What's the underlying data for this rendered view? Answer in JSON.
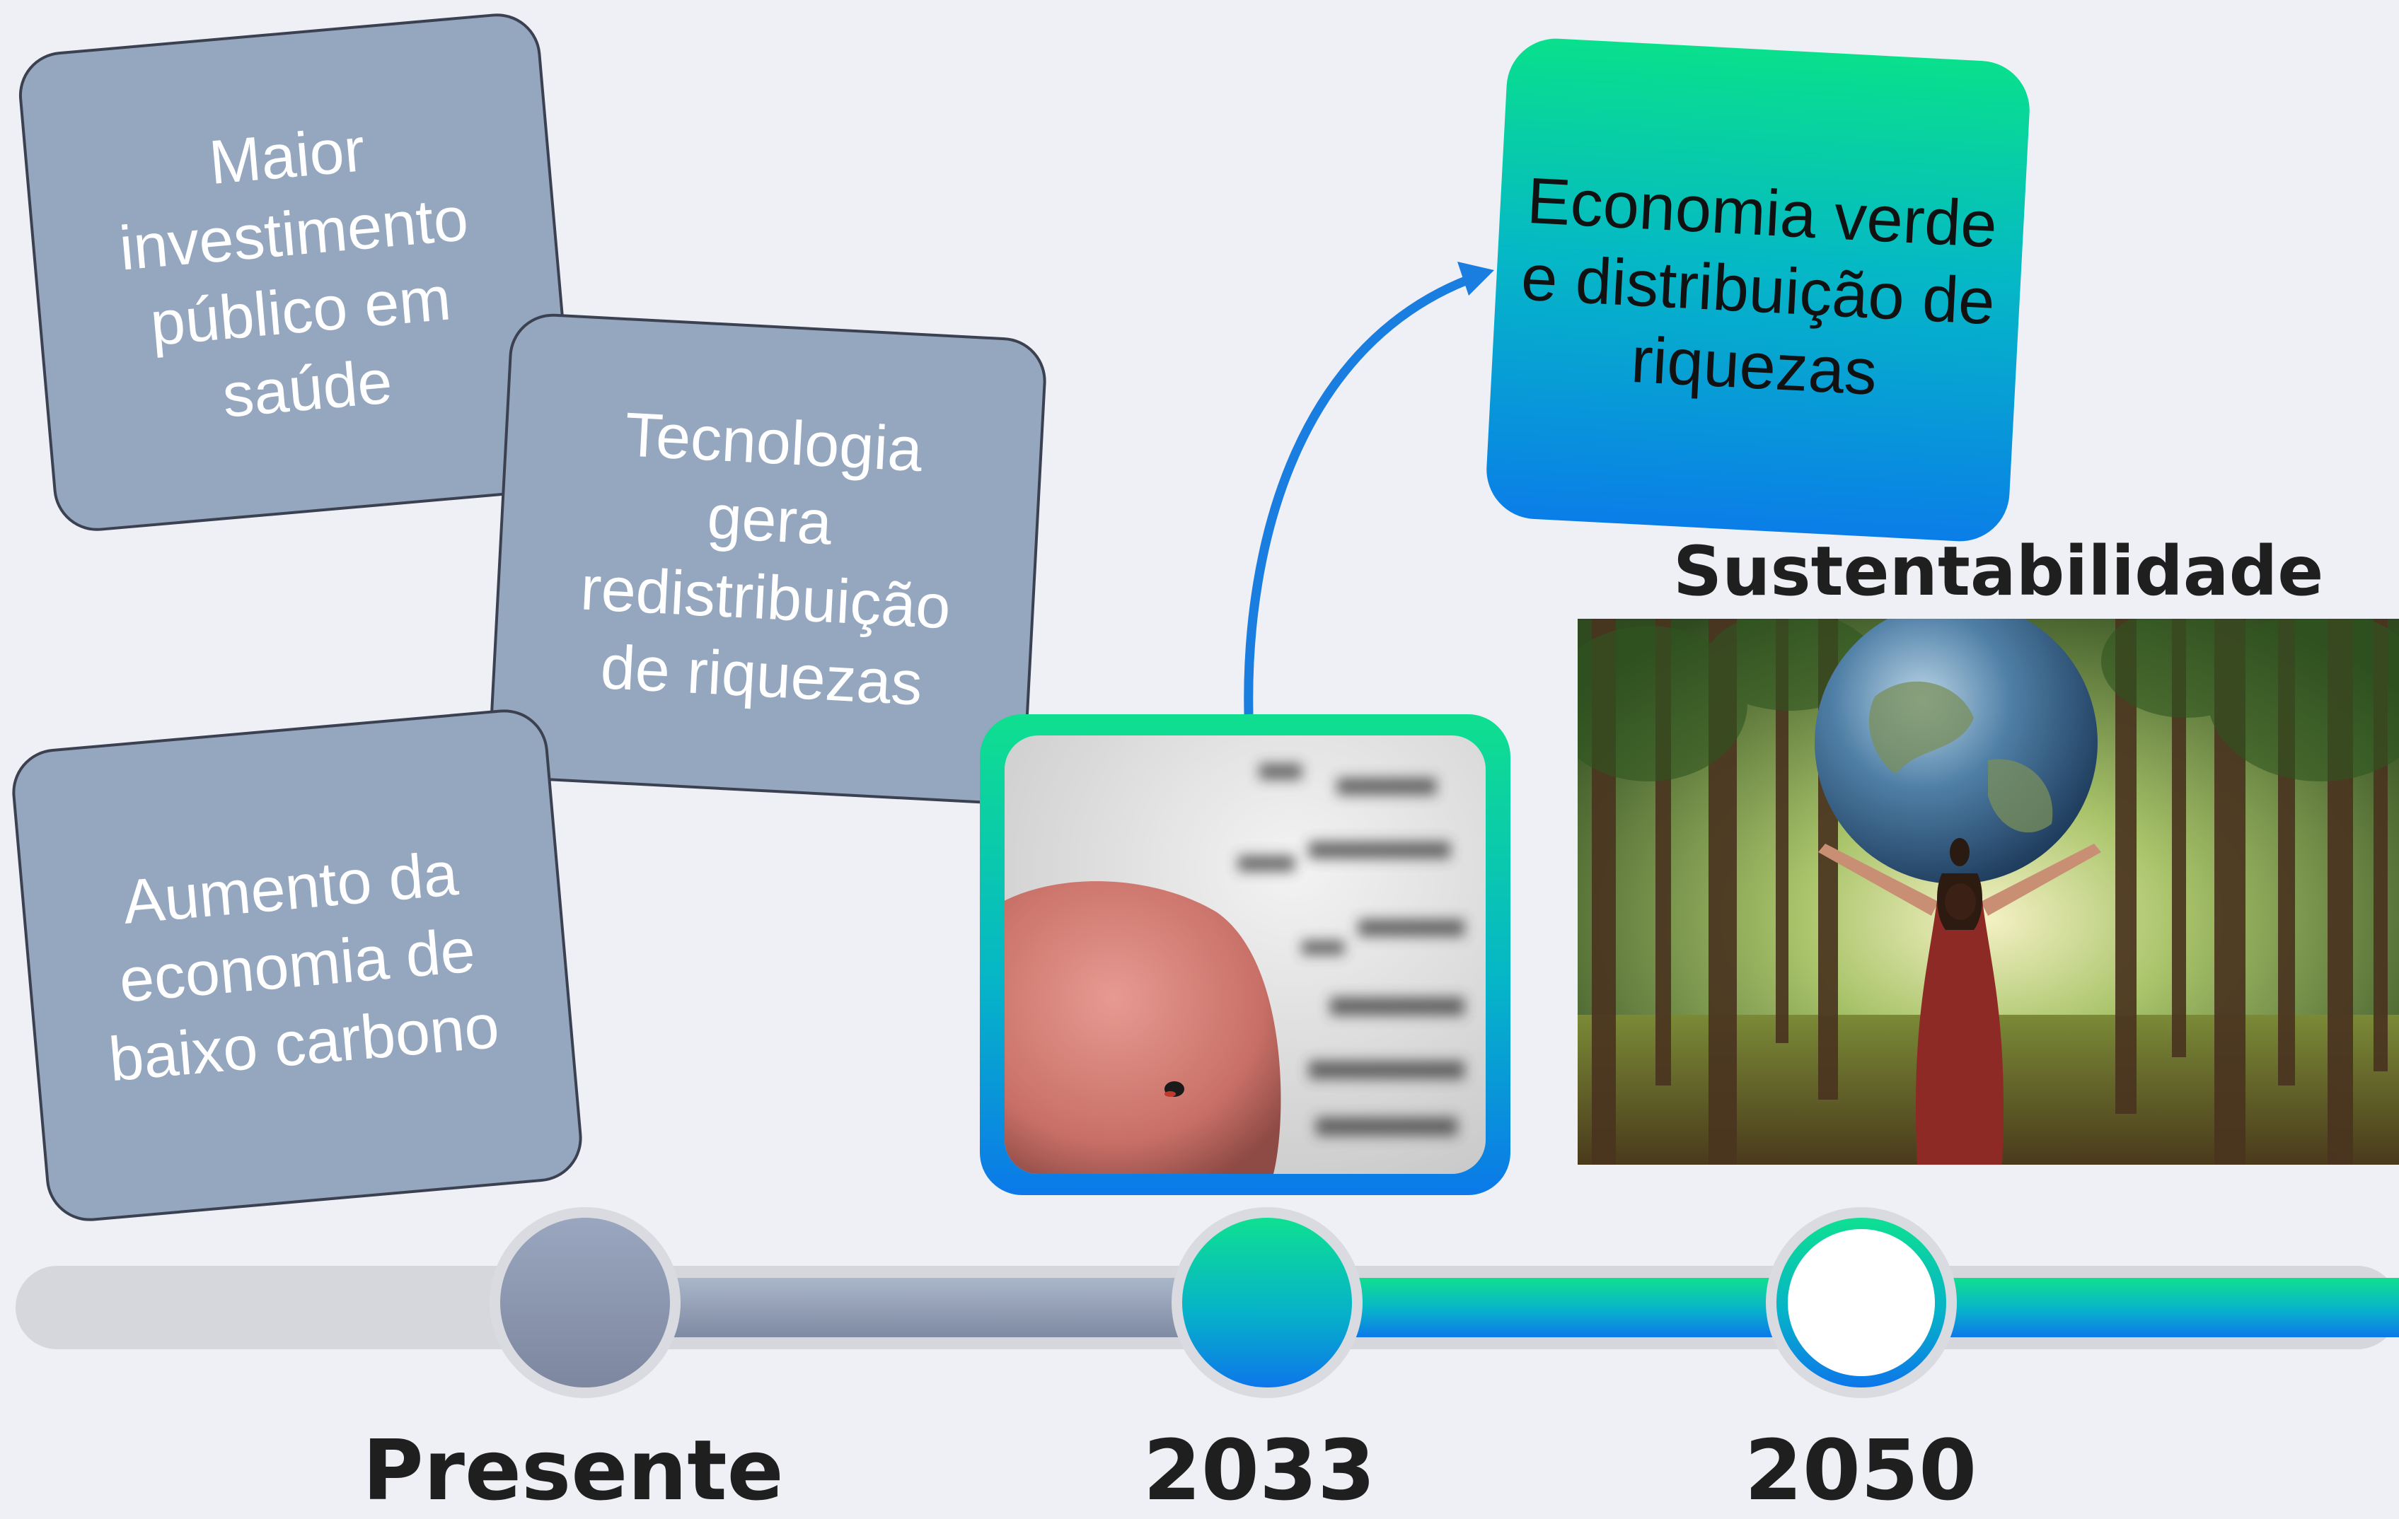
{
  "cards": {
    "saude": "Maior\ninvestimento\npúblico  em\nsaúde",
    "tecnologia": "Tecnologia\ngera\nredistribuição\nde riquezas",
    "carbono": "Aumento da\neconomia de\nbaixo carbono"
  },
  "highlight_card": "Economia verde\ne distribuição de\nriquezas",
  "heading": "Sustentabilidade",
  "timeline": {
    "labels": [
      "Presente",
      "2033",
      "2050"
    ]
  },
  "colors": {
    "card_gray": "#95a6bf",
    "gradient_top": "#09e08c",
    "gradient_bottom": "#0a7ee8",
    "arrow_blue": "#1a7de0"
  },
  "images": {
    "chip": "fingertip-microchip-photo",
    "forest": "woman-forest-globe-photo"
  }
}
